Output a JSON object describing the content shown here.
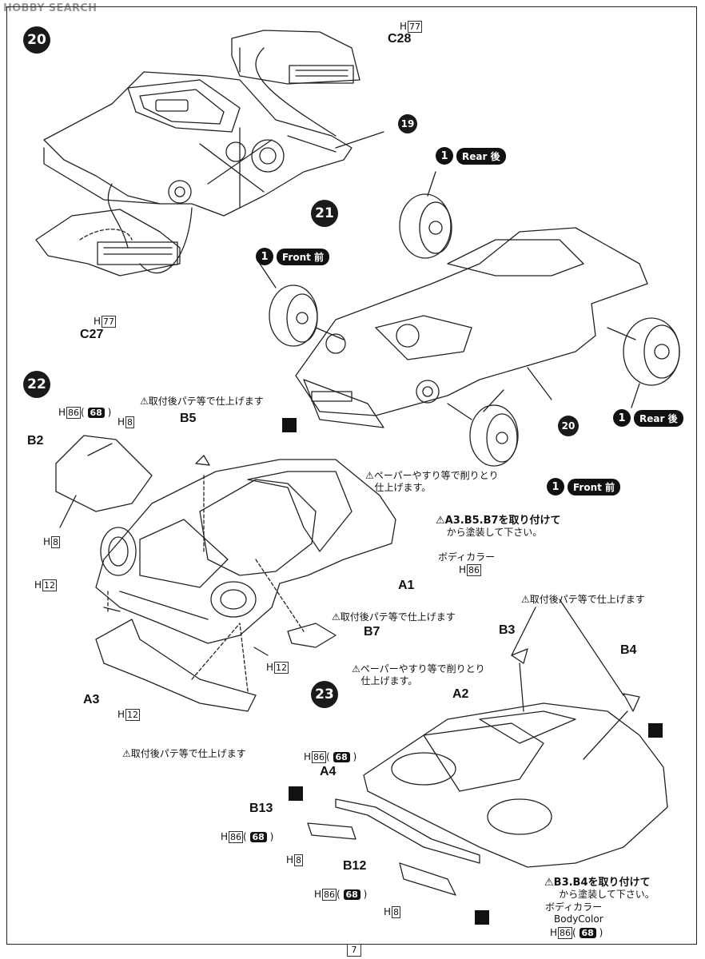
{
  "watermark": "HOBBY SEARCH",
  "page_number": "7",
  "steps": {
    "s20": "20",
    "s21": "21",
    "s22": "22",
    "s23": "23",
    "s19": "19"
  },
  "tags": {
    "rear_top": {
      "num": "1",
      "text": "Rear 後"
    },
    "front_left": {
      "num": "1",
      "text": "Front 前"
    },
    "rear_right": {
      "num": "1",
      "text": "Rear 後"
    },
    "front_bottom": {
      "num": "1",
      "text": "Front 前"
    }
  },
  "parts": {
    "c28": "C28",
    "c27": "C27",
    "b2": "B2",
    "b5": "B5",
    "a1": "A1",
    "a3": "A3",
    "b7": "B7",
    "b3": "B3",
    "b4": "B4",
    "a2": "A2",
    "a4": "A4",
    "b13": "B13",
    "b12": "B12",
    "s20ref": "20"
  },
  "paints": {
    "h77_top": {
      "h": "H",
      "n": "77"
    },
    "h77_bottom": {
      "h": "H",
      "n": "77"
    },
    "h86_68_b2": {
      "h": "H",
      "n": "86",
      "k": "68"
    },
    "h8_b2a": {
      "h": "H",
      "n": "8"
    },
    "h8_b2b": {
      "h": "H",
      "n": "8"
    },
    "h12_left": {
      "h": "H",
      "n": "12"
    },
    "h12_right": {
      "h": "H",
      "n": "12"
    },
    "h12_a3": {
      "h": "H",
      "n": "12"
    },
    "h86_a1": {
      "h": "H",
      "n": "86"
    },
    "h86_68_a4": {
      "h": "H",
      "n": "86",
      "k": "68"
    },
    "h86_68_b13": {
      "h": "H",
      "n": "86",
      "k": "68"
    },
    "h8_b13": {
      "h": "H",
      "n": "8"
    },
    "h86_68_b12": {
      "h": "H",
      "n": "86",
      "k": "68"
    },
    "h8_b12": {
      "h": "H",
      "n": "8"
    },
    "h86_68_body": {
      "h": "H",
      "n": "86",
      "k": "68"
    }
  },
  "notes": {
    "putty_b5": "取付後パテ等で仕上げます",
    "sand_a1_1": "ペーパーやすり等で削りとり",
    "sand_a1_2": "仕上げます。",
    "attach_a_1": "A3.B5.B7を取り付けて",
    "attach_a_2": "から塗装して下さい。",
    "body_color_a1": "ボディカラー",
    "putty_b7": "取付後パテ等で仕上げます",
    "putty_a3": "取付後パテ等で仕上げます",
    "putty_b3b4": "取付後パテ等で仕上げます",
    "sand_a2_1": "ペーパーやすり等で削りとり",
    "sand_a2_2": "仕上げます。",
    "attach_b_1": "B3.B4を取り付けて",
    "attach_b_2": "から塗装して下さい。",
    "body_color_jp": "ボディカラー",
    "body_color_en": "BodyColor"
  },
  "colors": {
    "ink": "#111111",
    "frame": "#222222",
    "watermark": "#9a9a9a"
  }
}
